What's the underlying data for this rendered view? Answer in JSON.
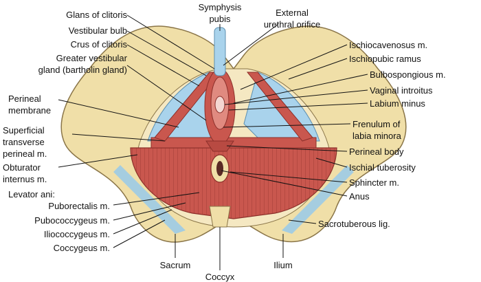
{
  "labels": {
    "glans_clitoris": "Glans of clitoris",
    "vestibular_bulb": "Vestibular bulb",
    "crus_clitoris": "Crus of clitoris",
    "greater_vestibular_1": "Greater vestibular",
    "greater_vestibular_2": "gland (bartholin gland)",
    "perineal_membrane_1": "Perineal",
    "perineal_membrane_2": "membrane",
    "superficial_1": "Superficial",
    "superficial_2": "transverse",
    "superficial_3": "perineal m.",
    "obturator_1": "Obturator",
    "obturator_2": "internus m.",
    "levator_ani": "Levator ani:",
    "puborectalis": "Puborectalis m.",
    "pubococcygeus": "Pubococcygeus m.",
    "iliococcygeus": "Iliococcygeus m.",
    "coccygeus": "Coccygeus m.",
    "sacrum": "Sacrum",
    "coccyx": "Coccyx",
    "ilium": "Ilium",
    "symphysis_1": "Symphysis",
    "symphysis_2": "pubis",
    "external_urethral_1": "External",
    "external_urethral_2": "urethral orifice",
    "ischiocavernosus": "Ischiocavenosus m.",
    "ischiopubic": "Ischiopubic ramus",
    "bulbospongious": "Bulbospongious m.",
    "vaginal_introitus": "Vaginal introitus",
    "labium_minus": "Labium minus",
    "frenulum_1": "Frenulum of",
    "frenulum_2": "labia minora",
    "perineal_body": "Perineal body",
    "ischial_tuberosity": "Ischial tuberosity",
    "sphincter": "Sphincter m.",
    "anus": "Anus",
    "sacrotuberous": "Sacrotuberous lig."
  },
  "colors": {
    "bone": "#f0dfa8",
    "bone_stroke": "#8a7548",
    "membrane": "#a9d3ec",
    "muscle": "#c9574e",
    "muscle_light": "#e08a80",
    "ligament": "#9ccbe6"
  }
}
